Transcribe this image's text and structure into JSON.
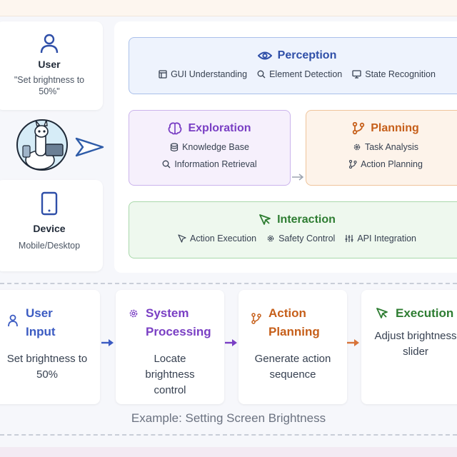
{
  "user_card": {
    "title": "User",
    "quote": "\"Set brightness to 50%\""
  },
  "device_card": {
    "title": "Device",
    "subtitle": "Mobile/Desktop"
  },
  "modules": {
    "perception": {
      "title": "Perception",
      "items": [
        "GUI Understanding",
        "Element Detection",
        "State Recognition"
      ]
    },
    "exploration": {
      "title": "Exploration",
      "items": [
        "Knowledge Base",
        "Information Retrieval"
      ]
    },
    "planning": {
      "title": "Planning",
      "items": [
        "Task Analysis",
        "Action Planning"
      ]
    },
    "interaction": {
      "title": "Interaction",
      "items": [
        "Action Execution",
        "Safety Control",
        "API Integration"
      ]
    }
  },
  "steps": [
    {
      "title": "User Input",
      "body": "Set brightness to 50%"
    },
    {
      "title": "System Processing",
      "body": "Locate brightness control"
    },
    {
      "title": "Action Planning",
      "body": "Generate action sequence"
    },
    {
      "title": "Execution",
      "body": "Adjust brightness slider"
    }
  ],
  "caption": "Example: Setting Screen Brightness",
  "colors": {
    "perception": "#2f4fa8",
    "exploration": "#7a3fc4",
    "planning": "#c65f1a",
    "interaction": "#2e7d32",
    "user_input": "#3b5bc2"
  }
}
